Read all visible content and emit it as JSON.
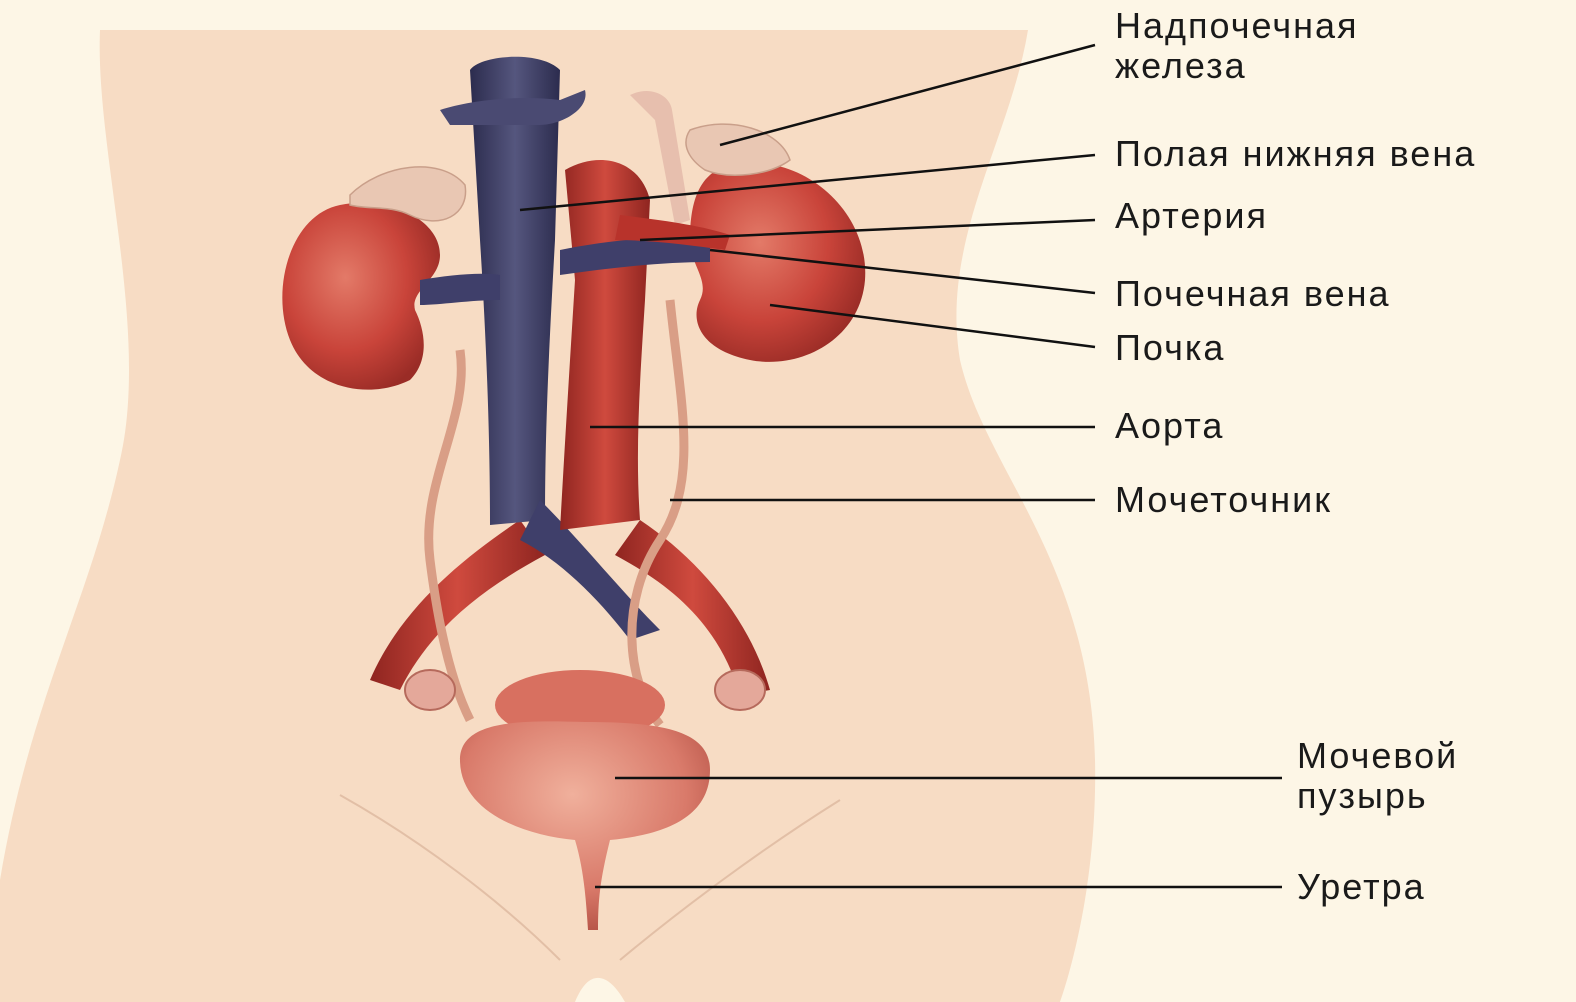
{
  "labels": {
    "adrenal_line1": "Надпочечная",
    "adrenal_line2": "железа",
    "vena_cava": "Полая нижняя вена",
    "artery": "Артерия",
    "renal_vein": "Почечная вена",
    "kidney": "Почка",
    "aorta": "Аорта",
    "ureter": "Мочеточник",
    "bladder_line1": "Мочевой",
    "bladder_line2": "пузырь",
    "urethra": "Уретра"
  },
  "colors": {
    "background": "#fdf6e6",
    "skin": "#f7dcc4",
    "kidney": "#c9443a",
    "vein": "#3f3f6a",
    "artery": "#b8332b",
    "bladder": "#d97a6a",
    "adrenal": "#e9c7b3",
    "leader_line": "#111111"
  }
}
